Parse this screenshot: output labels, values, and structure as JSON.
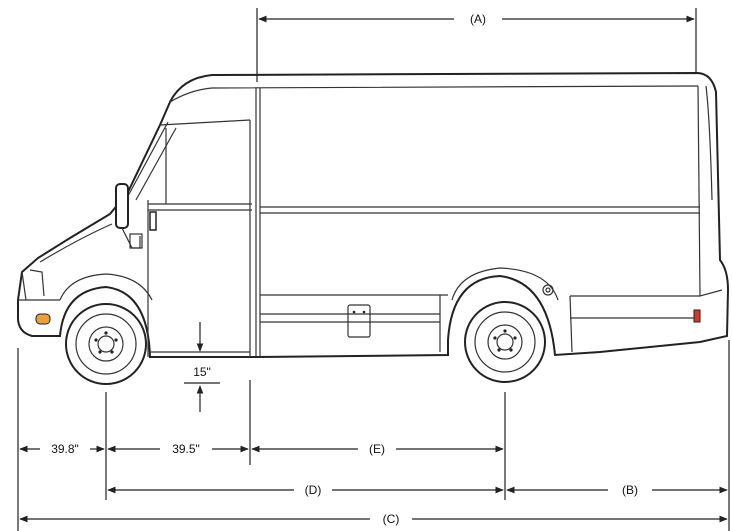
{
  "dimensions": {
    "A": "(A)",
    "B": "(B)",
    "C": "(C)",
    "D": "(D)",
    "E": "(E)",
    "front_overhang": "39.8\"",
    "cab_length": "39.5\"",
    "step_height": "15\""
  },
  "colors": {
    "line": "#222222",
    "headlight": "#e8a13a",
    "taillight": "#d23b2a"
  }
}
